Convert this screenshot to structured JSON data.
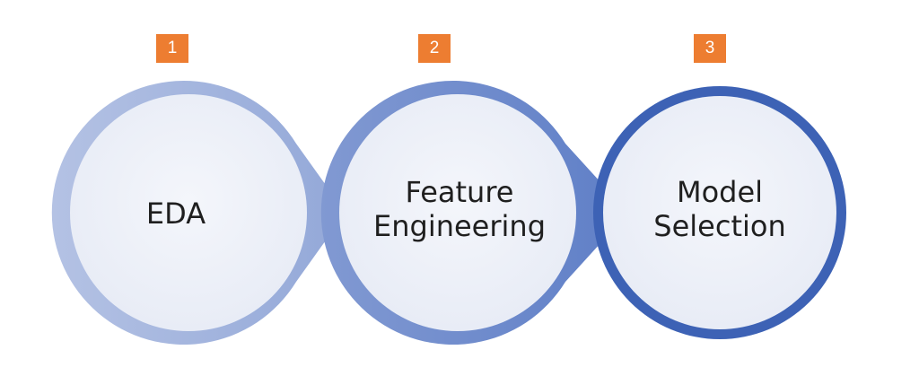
{
  "steps": [
    {
      "number": "1",
      "lines": [
        "EDA"
      ],
      "ring_color": "#9aaed9"
    },
    {
      "number": "2",
      "lines": [
        "Feature",
        "Engineering"
      ],
      "ring_color": "#6b88cc"
    },
    {
      "number": "3",
      "lines": [
        "Model",
        "Selection"
      ],
      "ring_color": "#3a5fb3"
    }
  ],
  "colors": {
    "badge": "#ed7d31",
    "circle_fill": "#edf0f8",
    "text": "#1f1f1f"
  }
}
